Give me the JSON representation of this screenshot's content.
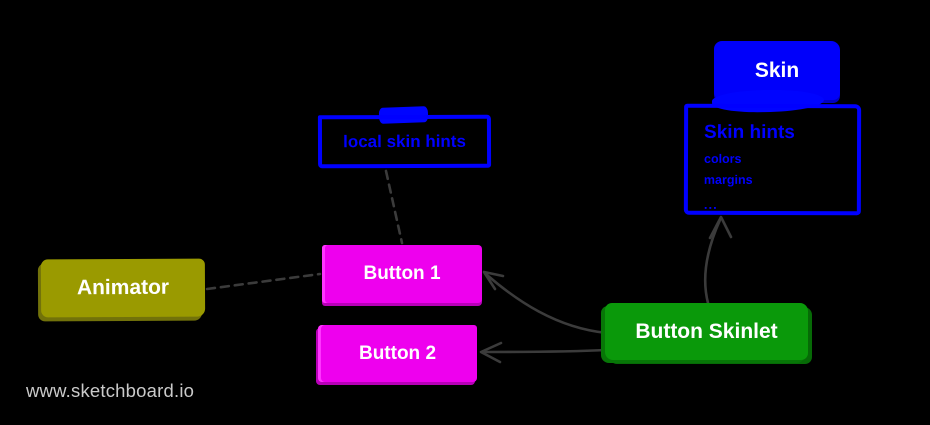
{
  "diagram": {
    "watermark": "www.sketchboard.io",
    "nodes": {
      "skin": {
        "label": "Skin",
        "fill": "#0000fa",
        "text_color": "#ffffff"
      },
      "skin_hints": {
        "title": "Skin hints",
        "items": [
          "colors",
          "margins",
          "..."
        ],
        "border_color": "#0000ff",
        "text_color": "#0000ff"
      },
      "local_skin_hints": {
        "label": "local skin hints",
        "border_color": "#0000ff",
        "text_color": "#0000ff"
      },
      "animator": {
        "label": "Animator",
        "fill": "#9a9a00",
        "text_color": "#ffffff"
      },
      "button1": {
        "label": "Button 1",
        "fill": "#ee00ee",
        "text_color": "#ffffff"
      },
      "button2": {
        "label": "Button 2",
        "fill": "#ee00ee",
        "text_color": "#ffffff"
      },
      "button_skinlet": {
        "label": "Button Skinlet",
        "fill": "#0a990a",
        "text_color": "#ffffff"
      }
    },
    "edges": {
      "color": "#3b3b3b",
      "local_skin_hints_to_button1": "dashed",
      "animator_to_button1": "dashed",
      "button_skinlet_to_button1": "arrow",
      "button_skinlet_to_button2": "arrow",
      "button_skinlet_to_skin_hints": "arrow"
    },
    "background": "#000000"
  }
}
